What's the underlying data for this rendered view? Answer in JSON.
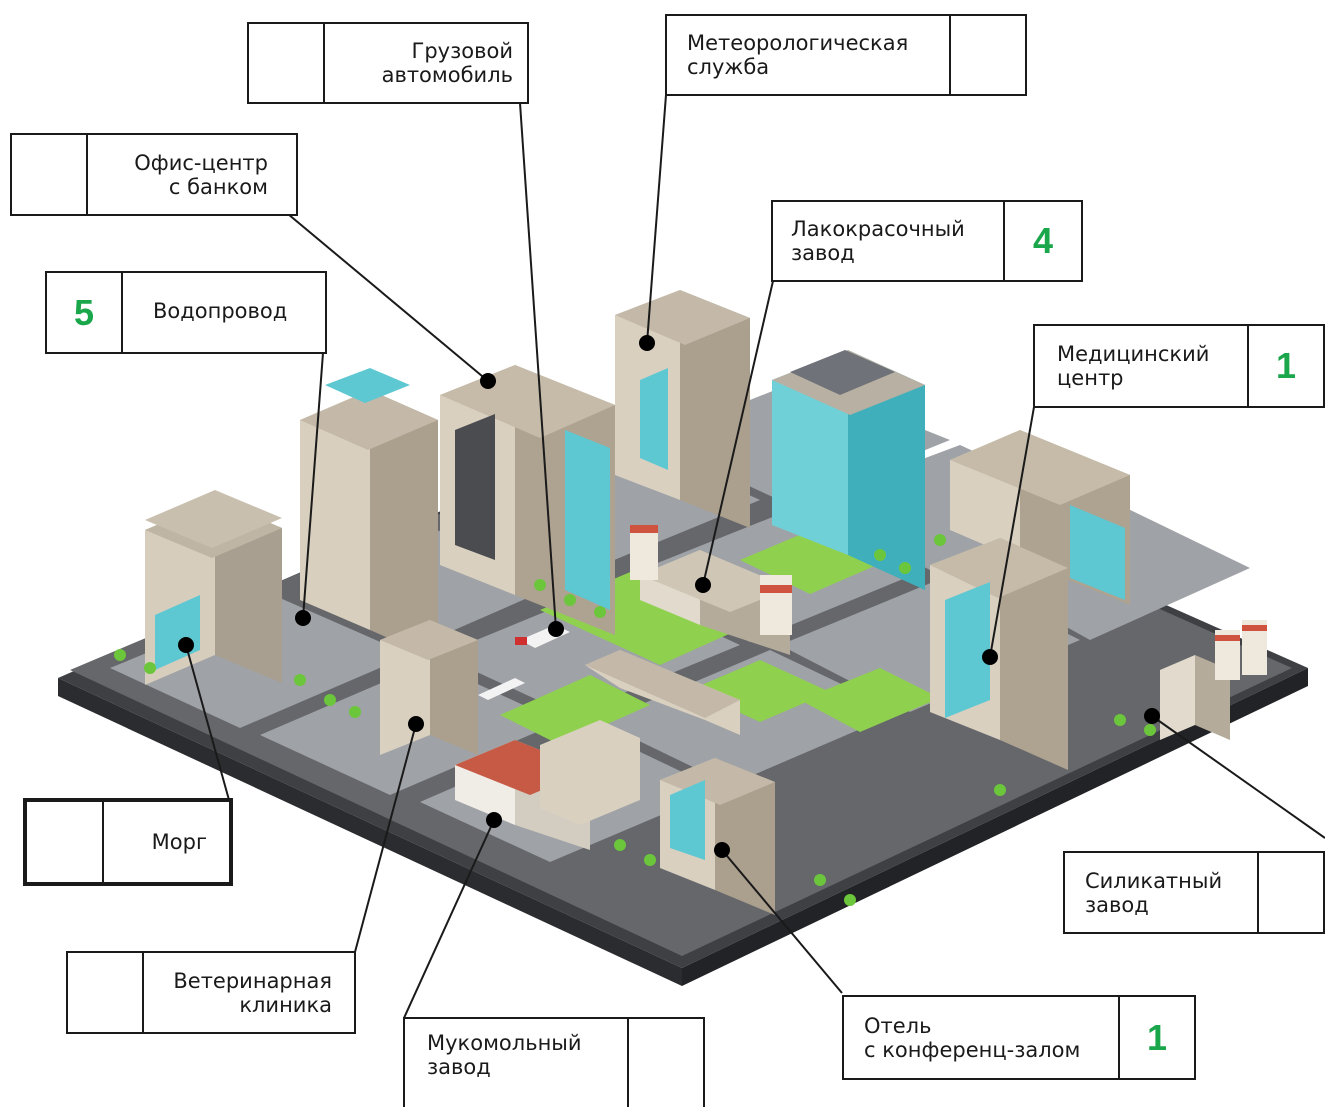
{
  "labels": {
    "truck": {
      "text": "Грузовой\nавтомобиль",
      "number": ""
    },
    "weather": {
      "text": "Метеорологическая\nслужба",
      "number": ""
    },
    "office": {
      "text": "Офис-центр\nс банком",
      "number": ""
    },
    "paint": {
      "text": "Лакокрасочный\nзавод",
      "number": "4"
    },
    "water": {
      "text": "Водопровод",
      "number": "5"
    },
    "medical": {
      "text": "Медицинский\nцентр",
      "number": "1"
    },
    "morgue": {
      "text": "Морг",
      "number": ""
    },
    "silicate": {
      "text": "Силикатный\nзавод",
      "number": ""
    },
    "vet": {
      "text": "Ветеринарная\nклиника",
      "number": ""
    },
    "mill": {
      "text": "Мукомольный\nзавод",
      "number": ""
    },
    "hotel": {
      "text": "Отель\nс конференц-залом",
      "number": "1"
    }
  },
  "colors": {
    "number": "#1aa64a",
    "road": "#5d5f63",
    "grass": "#8fd14f",
    "glass": "#5ec8d2",
    "concrete": "#d6cdbd"
  }
}
